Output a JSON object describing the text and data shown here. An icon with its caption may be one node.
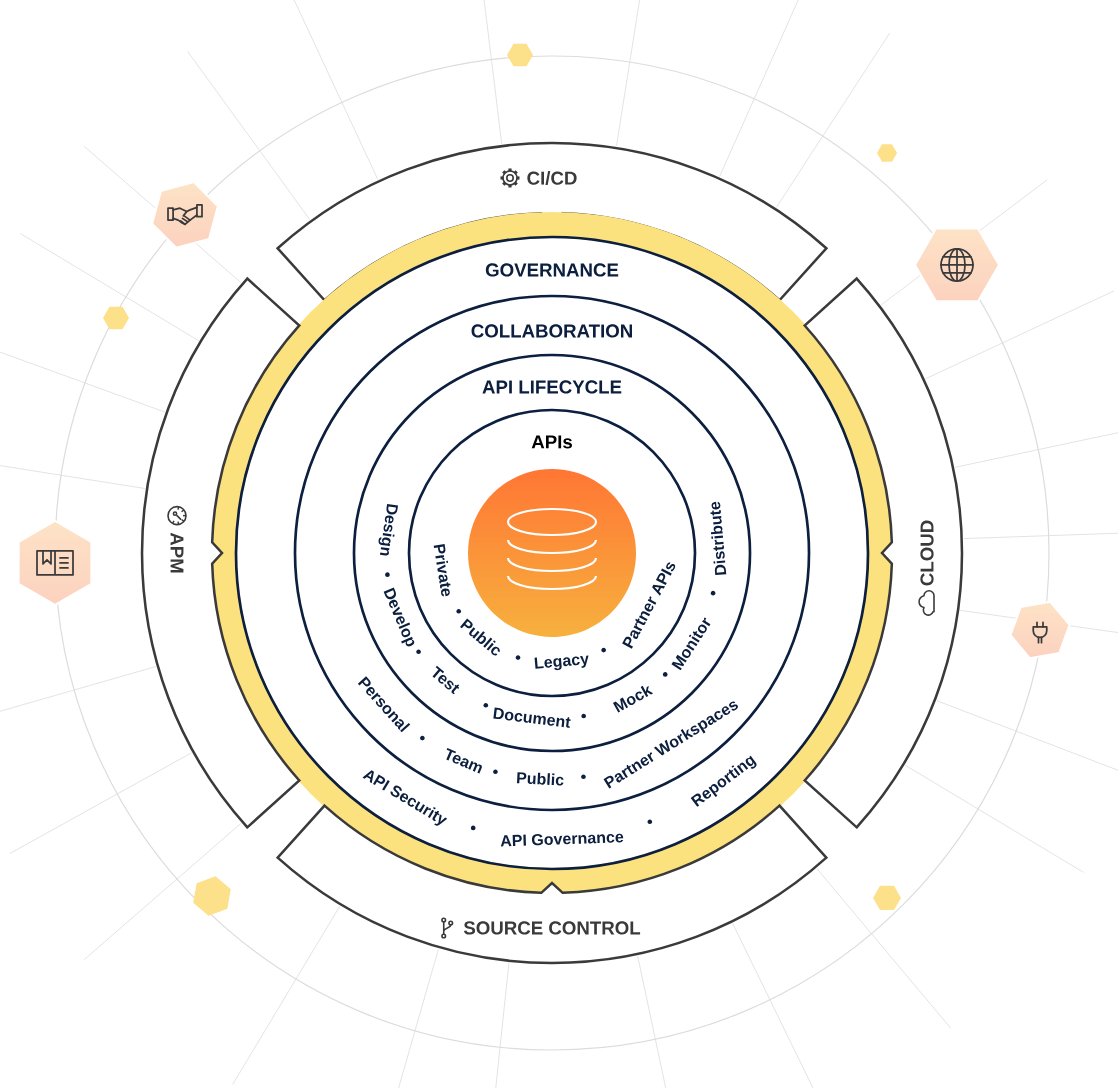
{
  "diagram": {
    "nodes": [
      {
        "text": [
          "CI/CD"
        ]
      },
      {
        "text": [
          "GOVERNANCE",
          "API Security",
          "API Governance",
          "Reporting"
        ]
      },
      {
        "text": [
          "COLLABORATION",
          "Personal",
          "Team",
          "Public",
          "Partner Workspaces"
        ],
        "in": 1
      },
      {
        "text": [
          "API LIFECYCLE",
          "Design",
          "Develop",
          "Test",
          "Document",
          "Mock",
          "Monitor",
          "Distribute"
        ],
        "in": 2
      },
      {
        "text": [
          "APIs",
          "Private",
          "Public",
          "Legacy",
          "Partner APIs"
        ],
        "in": 3
      },
      {
        "text": [],
        "shape": "circle",
        "in": 4
      },
      {
        "text": [
          "APM"
        ]
      },
      {
        "text": [
          "CLOUD"
        ]
      },
      {
        "text": [
          "SOURCE CONTROL"
        ]
      }
    ]
  }
}
